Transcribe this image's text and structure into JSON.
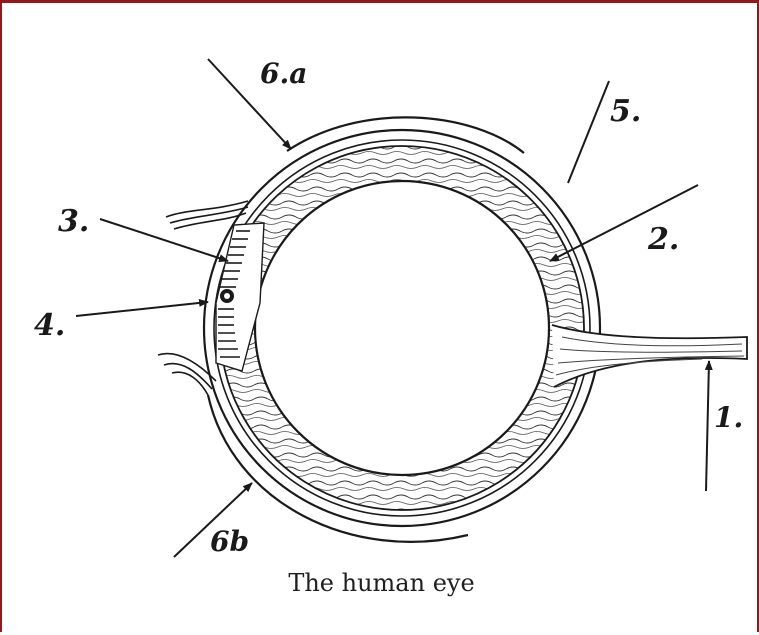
{
  "caption": "The human eye",
  "labels": {
    "l1": "1.",
    "l2": "2.",
    "l3": "3.",
    "l4": "4.",
    "l5": "5.",
    "l6a": "6.a",
    "l6b": "6b"
  },
  "colors": {
    "frame": "#8a1c1c",
    "ink": "#1a1a1a"
  }
}
